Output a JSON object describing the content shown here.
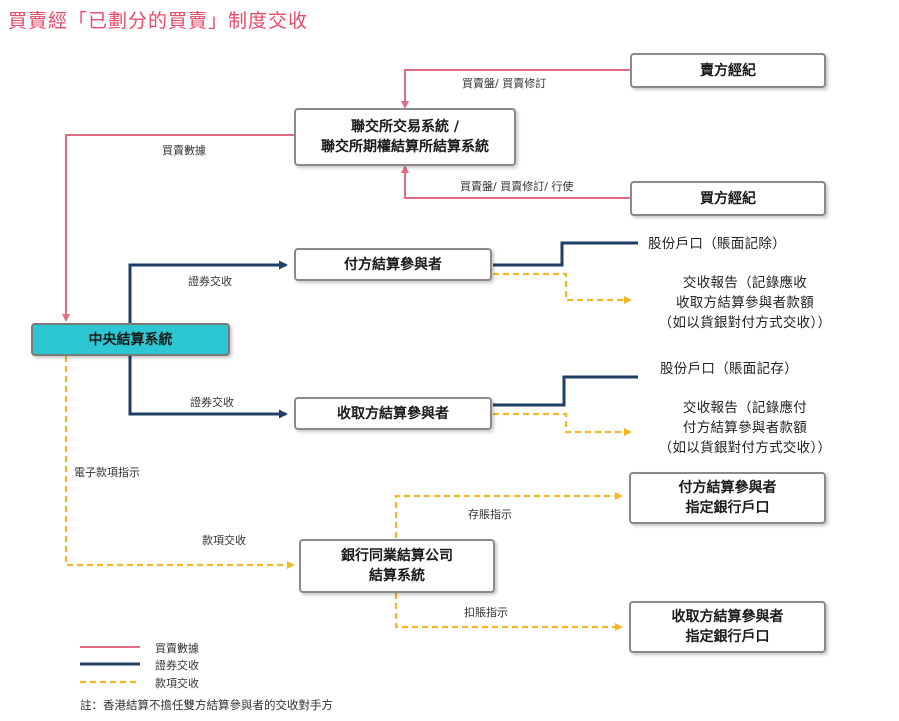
{
  "title": "買賣經「已劃分的買賣」制度交收",
  "colors": {
    "trade_data": "#e06b82",
    "securities": "#1f3f66",
    "money": "#f2b827",
    "central_box": "#2cc7d2",
    "title": "#e84a6a"
  },
  "nodes": {
    "seller_broker": "賣方經紀",
    "exchange": "聯交所交易系統 /\n聯交所期權結算所結算系統",
    "buyer_broker": "買方經紀",
    "paying_participant": "付方結算參與者",
    "ccass": "中央結算系統",
    "receiving_participant": "收取方結算參與者",
    "bank_clearing": "銀行同業結算公司\n結算系統",
    "payer_account": "付方結算參與者\n指定銀行戶口",
    "payee_account": "收取方結算參與者\n指定銀行戶口"
  },
  "edge_labels": {
    "seller_to_exchange": "買賣盤/ 買賣修訂",
    "buyer_to_exchange": "買賣盤/ 買賣修訂/ 行使",
    "trade_data": "買賣數據",
    "sec_to_payer": "證券交收",
    "sec_to_receiver": "證券交收",
    "e_payment": "電子款項指示",
    "money_settlement": "款項交收",
    "credit_instruction": "存賬指示",
    "debit_instruction": "扣賬指示"
  },
  "outputs": {
    "payer_stock": "股份戶口（賬面記除）",
    "payer_report": "交收報告（記錄應收\n收取方結算參與者款額\n（如以貨銀對付方式交收））",
    "receiver_stock": "股份戶口（賬面記存）",
    "receiver_report": "交收報告（記錄應付\n付方結算參與者款額\n（如以貨銀對付方式交收））"
  },
  "legend": [
    {
      "label": "買賣數據",
      "style": "trade_data"
    },
    {
      "label": "證券交收",
      "style": "securities"
    },
    {
      "label": "款項交收",
      "style": "money"
    }
  ],
  "note": "註：香港結算不擔任雙方結算參與者的交收對手方"
}
